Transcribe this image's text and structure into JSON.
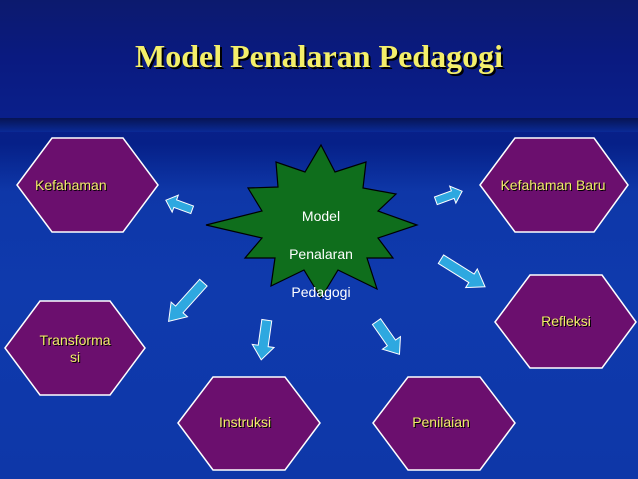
{
  "title": "Model Penalaran Pedagogi",
  "center": {
    "label_line1": "Model",
    "label_line2": "Penalaran",
    "label_line3": "Pedagogi"
  },
  "nodes": {
    "kefahaman": "Kefahaman",
    "kefahaman_baru": "Kefahaman Baru",
    "transformasi_line1": "Transforma",
    "transformasi_line2": "si",
    "refleksi": "Refleksi",
    "instruksi": "Instruksi",
    "penilaian": "Penilaian"
  },
  "colors": {
    "title": "#f4ef6a",
    "hexagon_fill": "#6b0f6e",
    "hexagon_stroke": "#ffffff",
    "star_fill": "#0f6e1c",
    "arrow_fill": "#2ea8e0",
    "node_text": "#f2eb6a"
  }
}
